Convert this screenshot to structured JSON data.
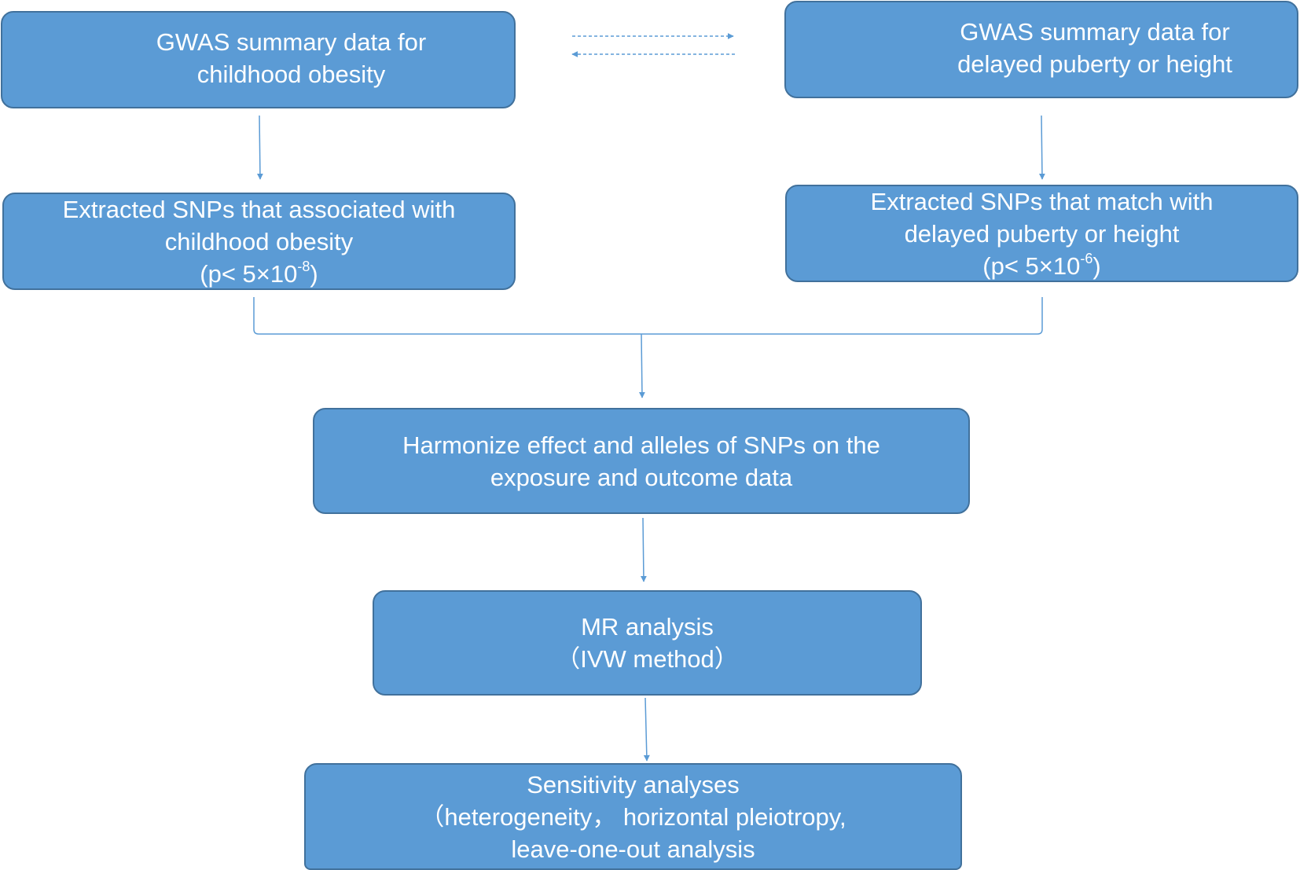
{
  "nodes": {
    "gwas_obesity": {
      "lines": [
        "GWAS summary data for",
        "childhood obesity"
      ]
    },
    "gwas_puberty": {
      "lines": [
        "GWAS summary data for",
        "delayed puberty or height"
      ]
    },
    "snps_obesity": {
      "lines": [
        "Extracted SNPs that associated with",
        "childhood obesity"
      ],
      "threshold_prefix": "(p< 5×10",
      "threshold_exponent": "-8",
      "threshold_suffix": ")"
    },
    "snps_puberty": {
      "lines": [
        "Extracted SNPs that match with",
        "delayed puberty or height"
      ],
      "threshold_prefix": "(p< 5×10",
      "threshold_exponent": "-6",
      "threshold_suffix": ")"
    },
    "harmonize": {
      "lines": [
        "Harmonize effect and alleles of SNPs on the",
        "exposure and outcome data"
      ]
    },
    "mr": {
      "lines": [
        "MR analysis",
        "（IVW method）"
      ]
    },
    "sensitivity": {
      "lines": [
        "Sensitivity analyses",
        "（heterogeneity， horizontal pleiotropy,",
        "leave-one-out analysis"
      ]
    }
  },
  "colors": {
    "box_fill": "#5b9bd5",
    "box_border": "#41719c",
    "box_text": "#ffffff",
    "connector": "#5b9bd5"
  }
}
